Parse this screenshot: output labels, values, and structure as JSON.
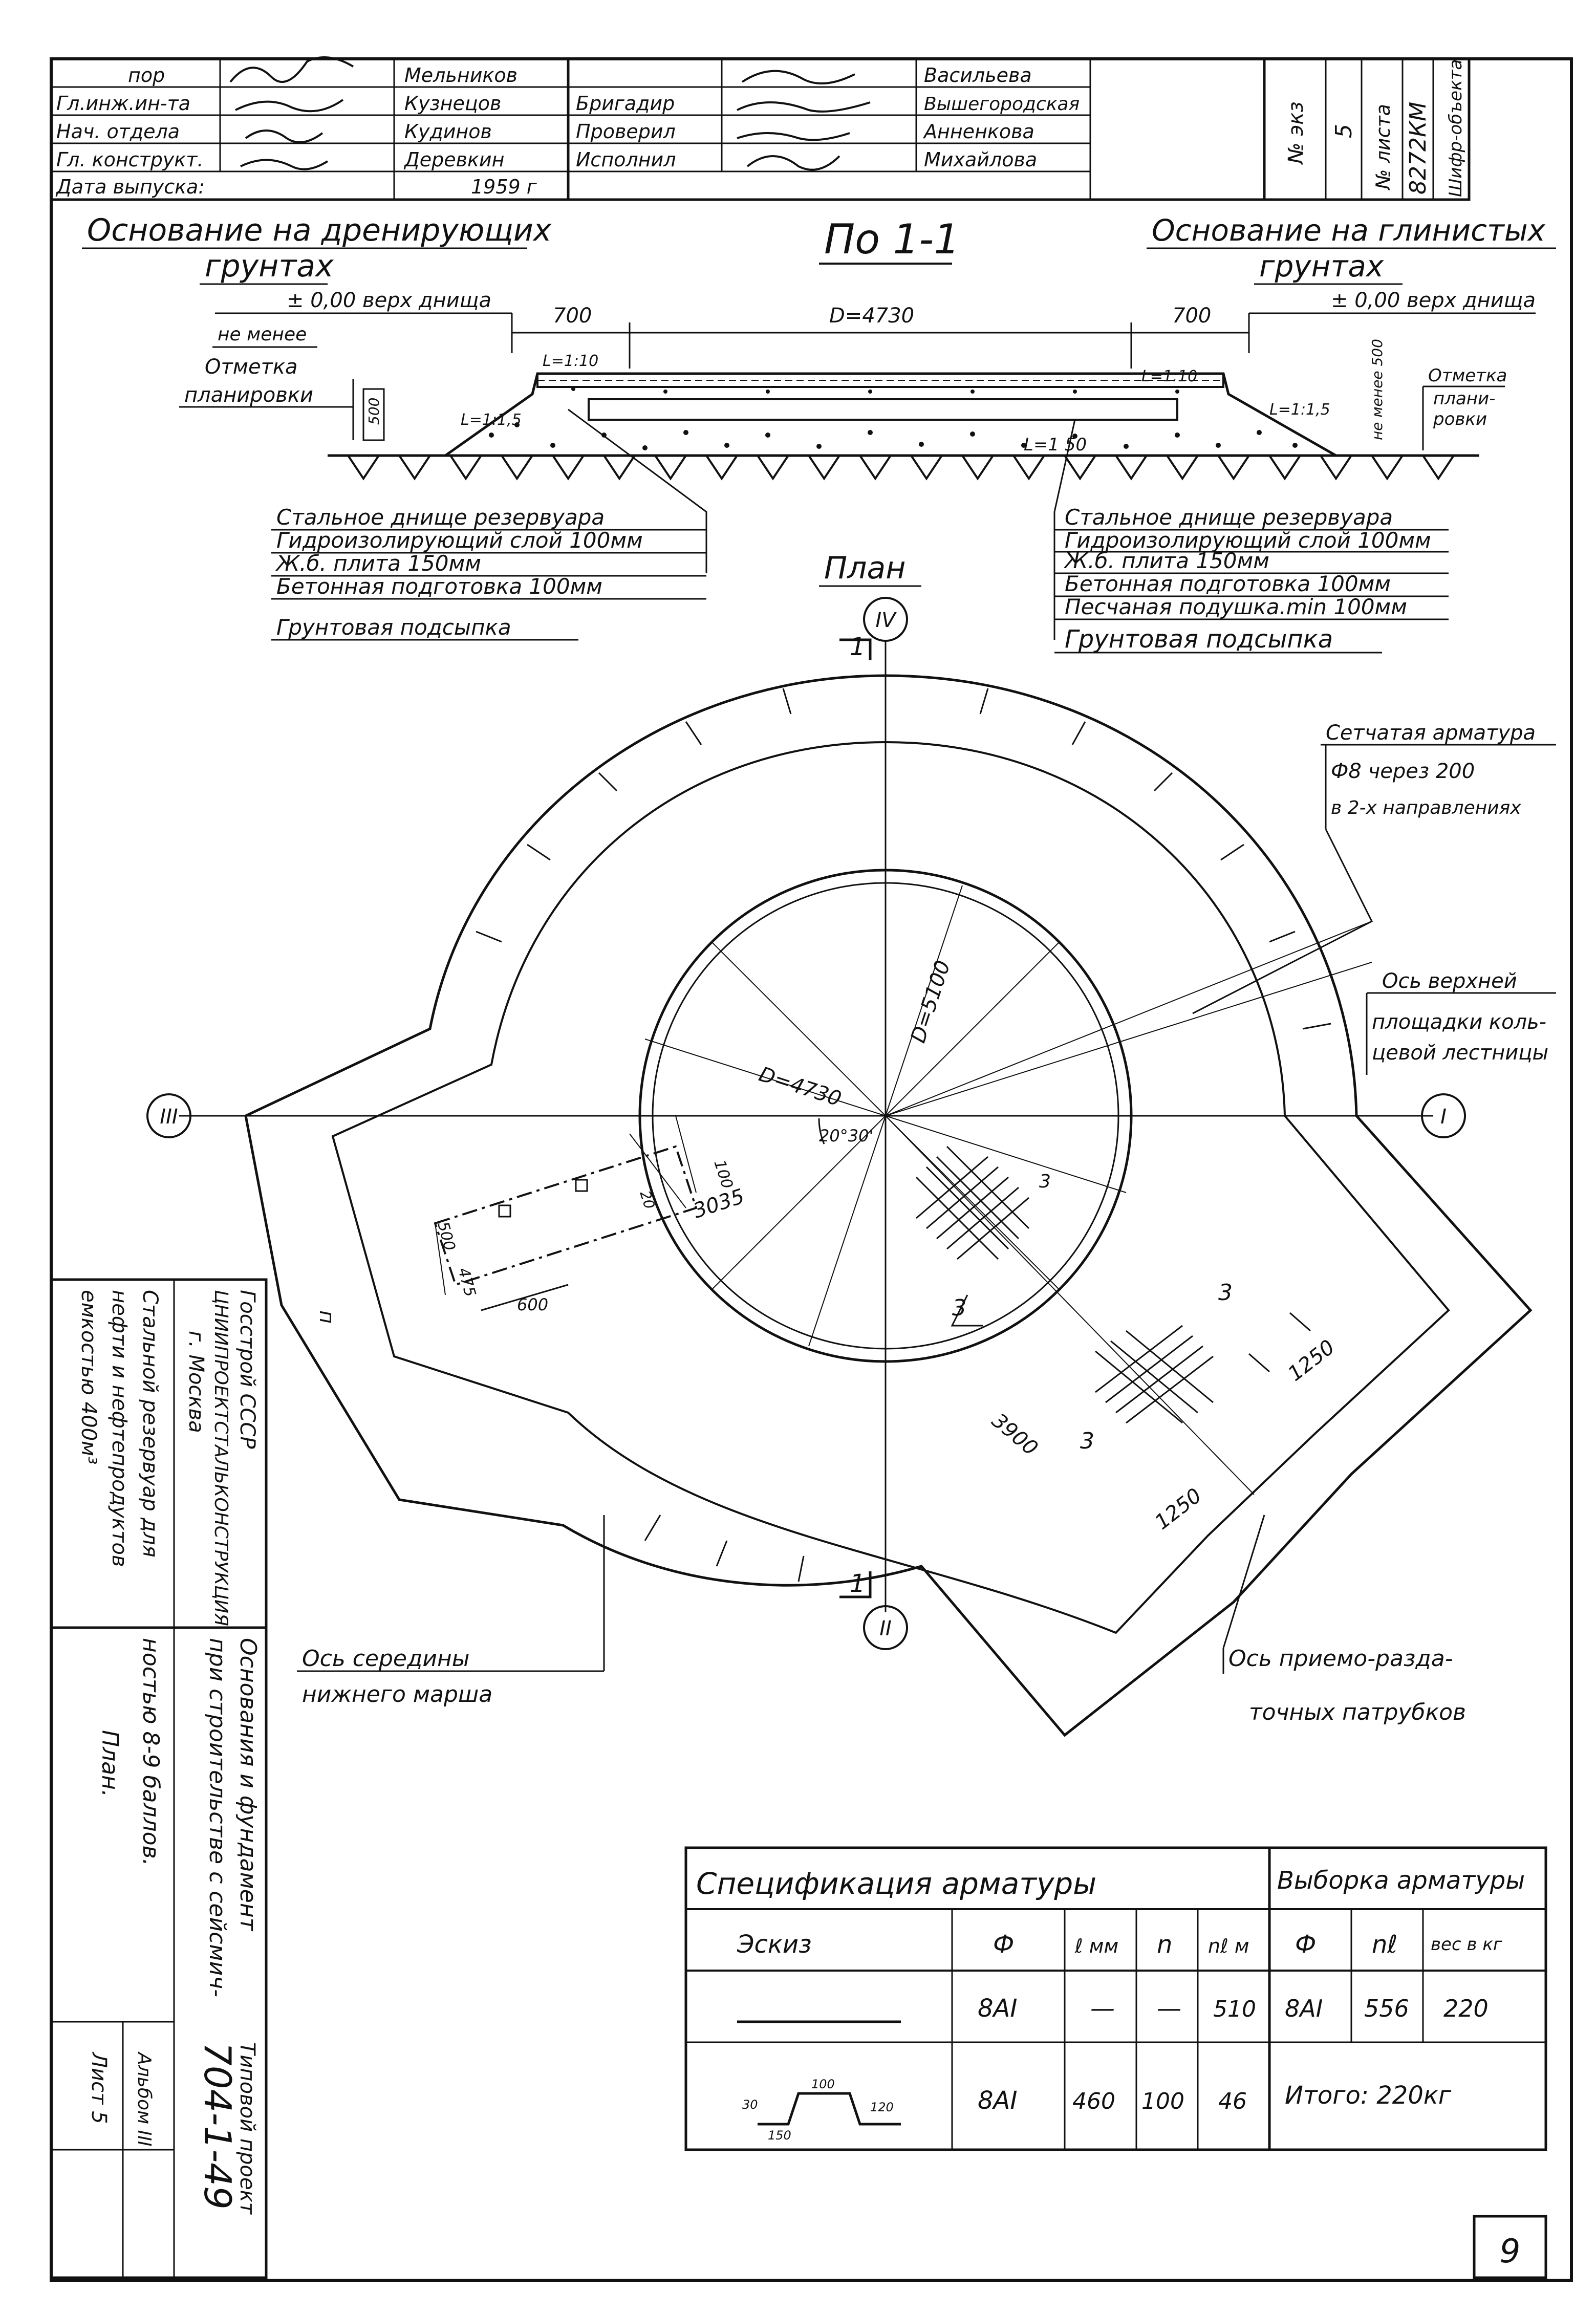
{
  "title_block": {
    "rows_left": [
      {
        "role": "пор",
        "name": "Мельников"
      },
      {
        "role": "Гл.инж.ин-та",
        "name": "Кузнецов"
      },
      {
        "role": "Нач. отдела",
        "name": "Кудинов"
      },
      {
        "role": "Гл. конструкт.",
        "name": "Деревкин"
      },
      {
        "role": "Дата выпуска:",
        "name": "1959 г"
      }
    ],
    "rows_mid": [
      {
        "role": "",
        "name": "Васильева"
      },
      {
        "role": "Бригадир",
        "name": "Вышегородская"
      },
      {
        "role": "Проверил",
        "name": "Анненкова"
      },
      {
        "role": "Исполнил",
        "name": "Михайлова"
      }
    ],
    "vertical_cells": [
      "№ экз",
      "5",
      "№ листа",
      "8272КМ",
      "Шифр-объекта"
    ]
  },
  "section": {
    "title": "По 1-1",
    "left_heading": [
      "Основание на дренирующих",
      "грунтах"
    ],
    "right_heading": [
      "Основание на глинистых",
      "грунтах"
    ],
    "left_top_mark": "± 0,00 верх днища",
    "right_top_mark": "± 0,00 верх днища",
    "left_not_less": "не менее",
    "left_planning": [
      "Отметка",
      "планировки"
    ],
    "right_planning": [
      "Отметка",
      "плани-",
      "ровки"
    ],
    "right_not_less": "не менее 500",
    "dim_700_left": "700",
    "dim_700_right": "700",
    "dim_D": "D=4730",
    "dim_500": "500",
    "slope_110_left": "L=1:10",
    "slope_110_right": "L=1:10",
    "slope_115_left": "L=1:1,5",
    "slope_115_right": "L=1:1,5",
    "slope_150": "L=1 50",
    "left_layers": [
      "Стальное днище резервуара",
      "Гидроизолирующий слой 100мм",
      "Ж.б. плита 150мм",
      "Бетонная подготовка 100мм",
      "Грунтовая подсыпка"
    ],
    "right_layers": [
      "Стальное днище резервуара",
      "Гидроизолирующий слой 100мм",
      "Ж.б. плита 150мм",
      "Бетонная подготовка 100мм",
      "Песчаная подушка.min 100мм",
      "Грунтовая подсыпка"
    ]
  },
  "plan": {
    "title": "План",
    "axes": [
      "IV",
      "III",
      "I",
      "II"
    ],
    "section_marks": [
      "1",
      "1"
    ],
    "dim_D_4730": "D=4730",
    "dim_D_5100": "D=5100",
    "angle": "20°30'",
    "dim_3035": "3035",
    "dim_100": "100",
    "dim_20": "20",
    "dim_500": "500",
    "dim_475": "475",
    "dim_600": "600",
    "dim_3900": "3900",
    "dim_1250_a": "1250",
    "dim_1250_b": "1250",
    "mark_3": "3",
    "mark_n": "п",
    "rebar_note": [
      "Сетчатая арматура",
      "Ф8 через 200",
      "в 2-х направлениях"
    ],
    "upper_axis_note": [
      "Ось верхней",
      "площадки коль-",
      "цевой лестницы"
    ],
    "lower_axis_note": [
      "Ось середины",
      "нижнего марша"
    ],
    "pipe_axis_note": [
      "Ось приемо-разда-",
      "точных патрубков"
    ]
  },
  "left_block": {
    "org": [
      "Госстрой СССР",
      "ЦНИИПРОЕКТСТАЛЬКОНСТРУКЦИЯ",
      "г. Москва"
    ],
    "subject": [
      "Стальной резервуар для",
      "нефти и нефтепродуктов",
      "емкостью 400м³"
    ],
    "sheet_title": [
      "Основания и фундамент",
      "при строительстве с сейсмич-",
      "ностью 8-9 баллов.",
      "План."
    ],
    "project": [
      "Типовой проект",
      "704-1-49"
    ],
    "album": "Альбом III",
    "sheet": "Лист 5"
  },
  "spec": {
    "title": "Спецификация арматуры",
    "sel_title": "Выборка арматуры",
    "headers": [
      "Эскиз",
      "Ф",
      "ℓ мм",
      "n",
      "nℓ м"
    ],
    "sel_headers": [
      "Ф",
      "nℓ",
      "вес в кг"
    ],
    "rows": [
      {
        "phi": "8AI",
        "l": "—",
        "n": "—",
        "nl": "510"
      },
      {
        "phi": "8AI",
        "l": "460",
        "n": "100",
        "nl": "46"
      }
    ],
    "sel_row": {
      "phi": "8AI",
      "nl": "556",
      "w": "220"
    },
    "total": "Итого: 220кг",
    "sketch_dims": [
      "100",
      "30",
      "120",
      "150"
    ]
  },
  "page_number": "9"
}
